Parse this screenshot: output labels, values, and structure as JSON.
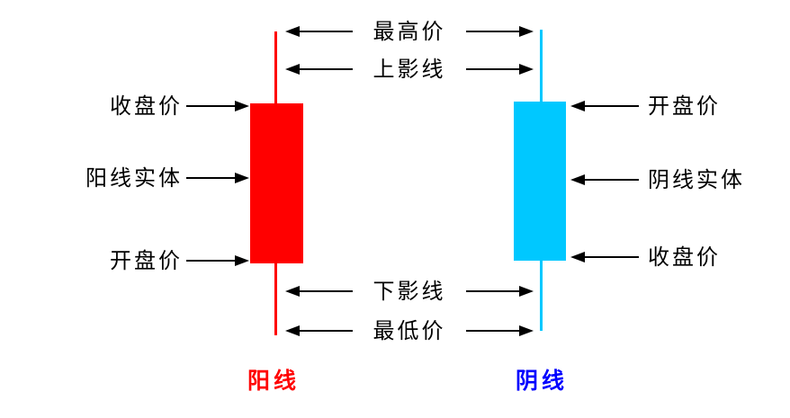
{
  "diagram": {
    "background": "#ffffff",
    "arrow_color": "#000000",
    "center_labels": {
      "highest": "最高价",
      "upper_shadow": "上影线",
      "lower_shadow": "下影线",
      "lowest": "最低价"
    },
    "bullish_candle": {
      "color": "#ff0000",
      "label_close": "收盘价",
      "label_body": "阳线实体",
      "label_open": "开盘价",
      "title": "阳线",
      "title_color": "#ff0000"
    },
    "bearish_candle": {
      "color": "#00c8ff",
      "label_open": "开盘价",
      "label_body": "阴线实体",
      "label_close": "收盘价",
      "title": "阴线",
      "title_color": "#0000ff"
    }
  }
}
